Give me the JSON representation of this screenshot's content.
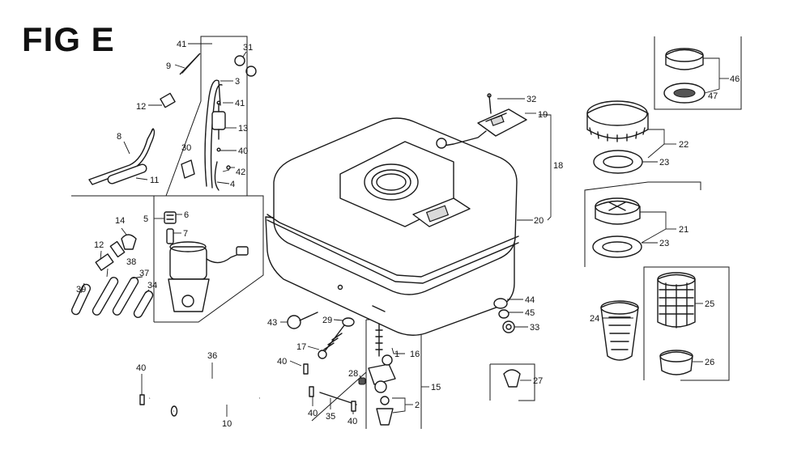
{
  "figure": {
    "title": "FIG E"
  },
  "callouts": {
    "p1": "1",
    "p2": "2",
    "p3": "3",
    "p4": "4",
    "p5": "5",
    "p6": "6",
    "p7": "7",
    "p8": "8",
    "p9": "9",
    "p10": "10",
    "p11": "11",
    "p12a": "12",
    "p12b": "12",
    "p13": "13",
    "p14": "14",
    "p15": "15",
    "p16": "16",
    "p17": "17",
    "p18": "18",
    "p19": "19",
    "p20": "20",
    "p21": "21",
    "p22": "22",
    "p23a": "23",
    "p23b": "23",
    "p24": "24",
    "p25": "25",
    "p26": "26",
    "p27": "27",
    "p28": "28",
    "p29": "29",
    "p30": "30",
    "p31": "31",
    "p32": "32",
    "p33": "33",
    "p34": "34",
    "p35": "35",
    "p36": "36",
    "p37": "37",
    "p38": "38",
    "p39": "39",
    "p40a": "40",
    "p40b": "40",
    "p40c": "40",
    "p40d": "40",
    "p40e": "40",
    "p41a": "41",
    "p41b": "41",
    "p42": "42",
    "p43": "43",
    "p44": "44",
    "p45": "45",
    "p46": "46",
    "p47": "47"
  }
}
